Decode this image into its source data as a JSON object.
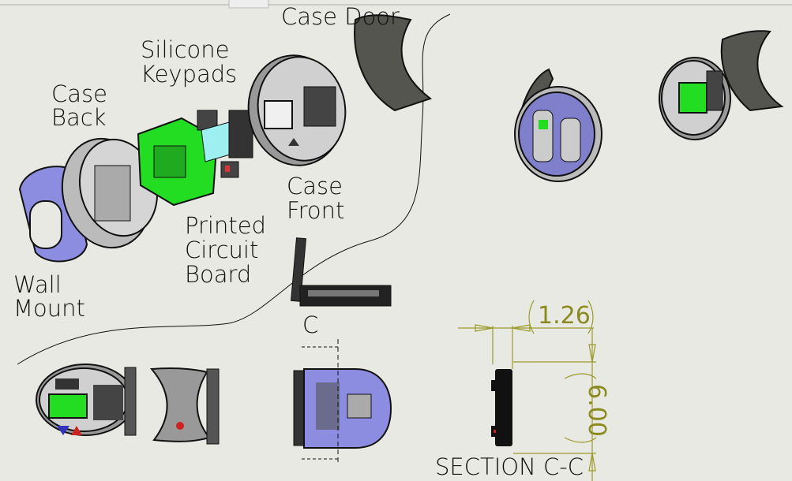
{
  "labels": {
    "case_door": "Case Door",
    "silicone_keypads_1": "Silicone",
    "silicone_keypads_2": "Keypads",
    "case_back_1": "Case",
    "case_back_2": "Back",
    "case_front_1": "Case",
    "case_front_2": "Front",
    "pcb_1": "Printed",
    "pcb_2": "Circuit",
    "pcb_3": "Board",
    "wall_mount_1": "Wall",
    "wall_mount_2": "Mount",
    "section_marker": "C",
    "section_title": "SECTION C-C"
  },
  "dimensions": {
    "depth": "1.26",
    "height": "6.00"
  },
  "colors": {
    "background": "#e9e9e3",
    "pcb": "#22dd22",
    "wall_mount": "#8c8ce0",
    "case": "#cfcfcf",
    "door": "#555550",
    "dimension": "#9a9a2a"
  }
}
